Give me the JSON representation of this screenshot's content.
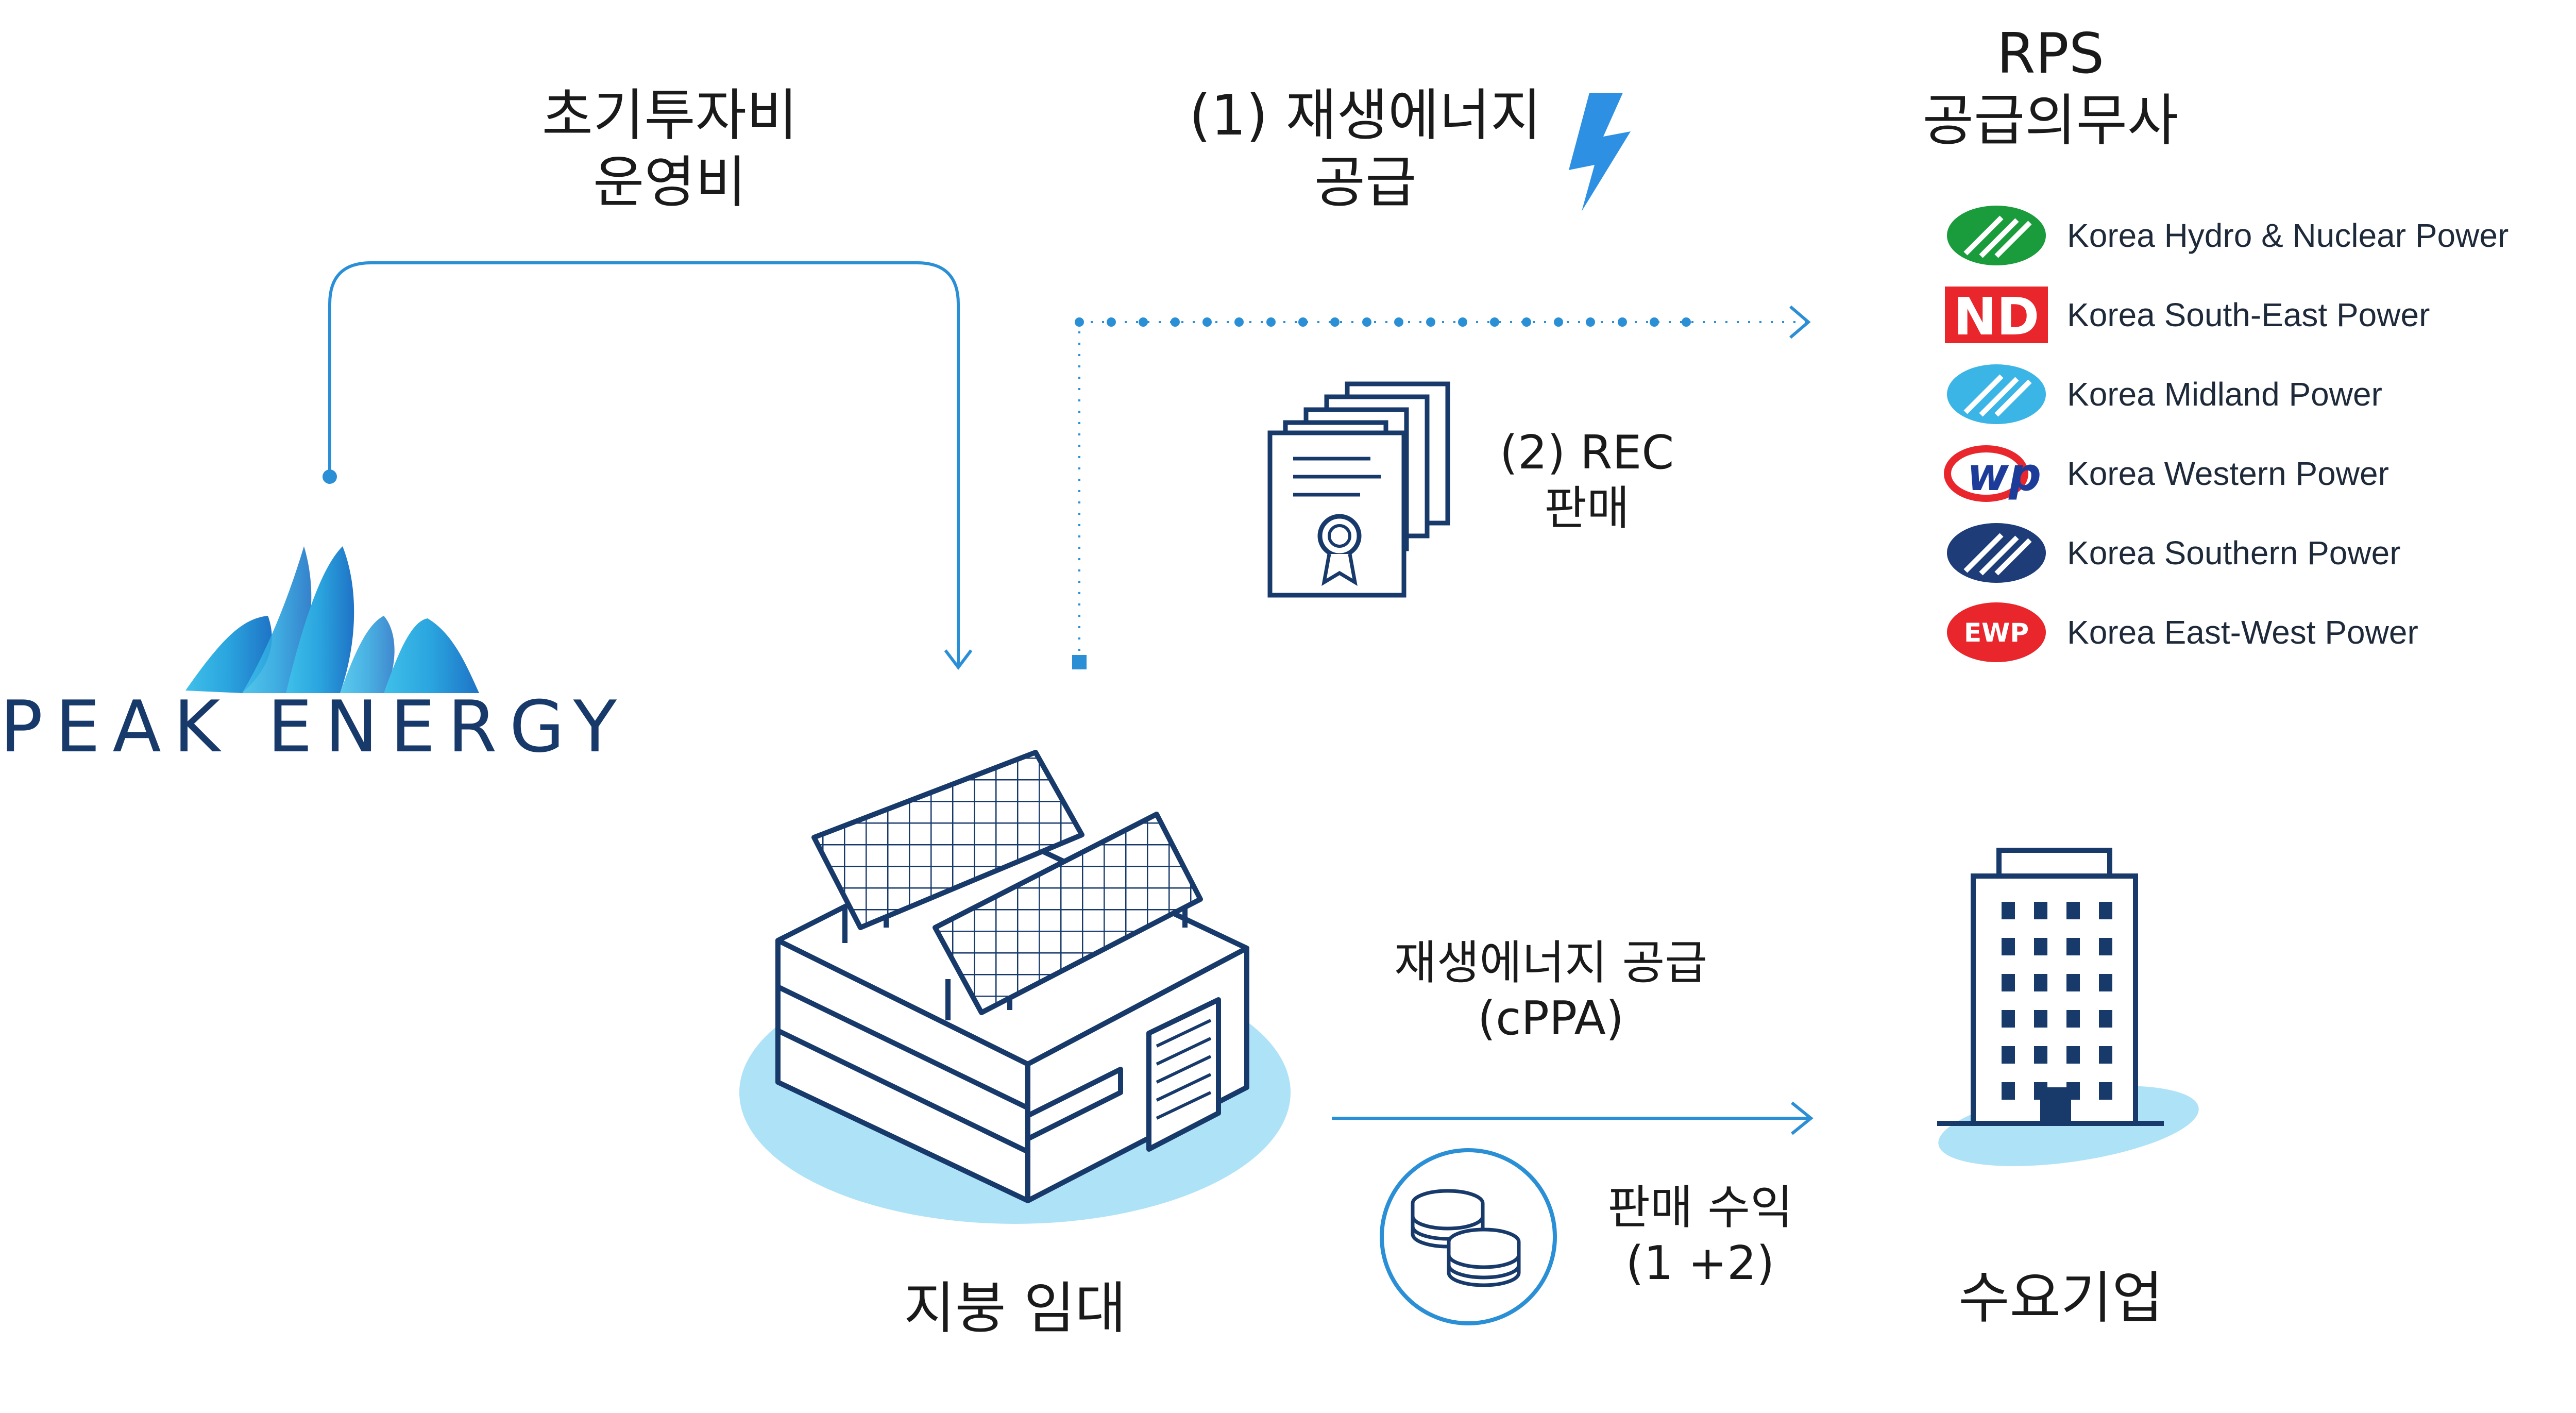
{
  "labels": {
    "invest_line1": "초기투자비",
    "invest_line2": "운영비",
    "supply_line1": "(1) 재생에너지",
    "supply_line2": "공급",
    "rps_line1": "RPS",
    "rps_line2": "공급의무사",
    "rec_line1": "(2) REC",
    "rec_line2": "판매",
    "cppa_line1": "재생에너지 공급",
    "cppa_line2": "(cPPA)",
    "revenue_line1": "판매 수익",
    "revenue_line2": "(1 +2)",
    "roof_lease": "지붕 임대",
    "demand_company": "수요기업"
  },
  "brand": {
    "name": "PEAK ENERGY"
  },
  "rps_companies": [
    {
      "name": "Korea Hydro & Nuclear Power",
      "logo": "khnp-logo",
      "color": "#1a9b3c"
    },
    {
      "name": "Korea South-East Power",
      "logo": "kosep-logo",
      "logo_text": "ND",
      "color": "#e8262c"
    },
    {
      "name": "Korea Midland Power",
      "logo": "komipo-logo",
      "color": "#3ab5e6"
    },
    {
      "name": "Korea Western Power",
      "logo": "kowepo-logo",
      "logo_text": "wp",
      "color": "#e8262c"
    },
    {
      "name": "Korea Southern Power",
      "logo": "kospo-logo",
      "color": "#1d3c78"
    },
    {
      "name": "Korea East-West Power",
      "logo": "ewp-logo",
      "logo_text": "EWP",
      "color": "#e8262c"
    }
  ],
  "colors": {
    "accent": "#2b8fd6",
    "arrow": "#2b8fd6",
    "dark": "#173a6b",
    "light": "#bfe6f7"
  }
}
